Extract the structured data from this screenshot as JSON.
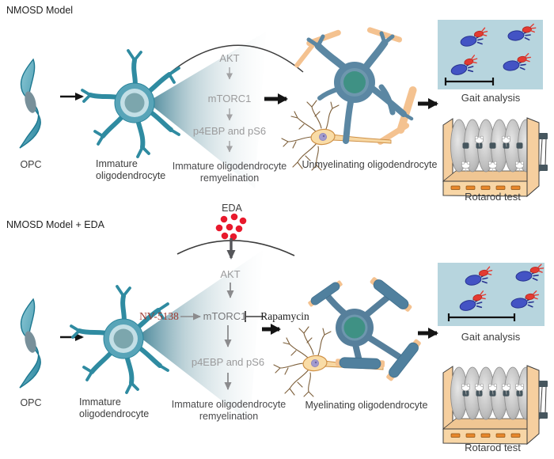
{
  "top": {
    "title": "NMOSD Model",
    "opc_label": "OPC",
    "immature_label": "Immature oligodendrocyte",
    "pathway": {
      "akt": "AKT",
      "mtorc1": "mTORC1",
      "effectors": "p4EBP and pS6",
      "outcome": "Immature oligodendrocyte remyelination"
    },
    "result_label": "Unmyelinating oligodendrocyte",
    "gait_label": "Gait analysis",
    "rotarod_label": "Rotarod test"
  },
  "bottom": {
    "title": "NMOSD Model + EDA",
    "eda_label": "EDA",
    "opc_label": "OPC",
    "immature_label": "Immature oligodendrocyte",
    "pathway": {
      "akt": "AKT",
      "activator": "NV-5138",
      "mtorc1": "mTORC1",
      "inhibitor": "Rapamycin",
      "effectors": "p4EBP and pS6",
      "outcome": "Immature oligodendrocyte remyelination"
    },
    "result_label": "Myelinating oligodendrocyte",
    "gait_label": "Gait analysis",
    "rotarod_label": "Rotarod test"
  },
  "colors": {
    "opc_teal": "#2b87a0",
    "oligo_body": "#5b87a3",
    "oligo_nucleus": "#3f9184",
    "myelin_orange": "#f4c290",
    "neuron_body": "#f9dca6",
    "neuron_outline": "#cf9147",
    "eda_dot": "#e8192c",
    "nv5138_text": "#9c3a31",
    "gait_bg": "#b7d5de",
    "paw_blue": "#4353c4",
    "paw_red": "#e33b32",
    "rotarod_frame": "#f6cf9f",
    "slot_orange": "#e8872b",
    "pathway_gray": "#9b9b9c",
    "arrow_black": "#141414"
  }
}
